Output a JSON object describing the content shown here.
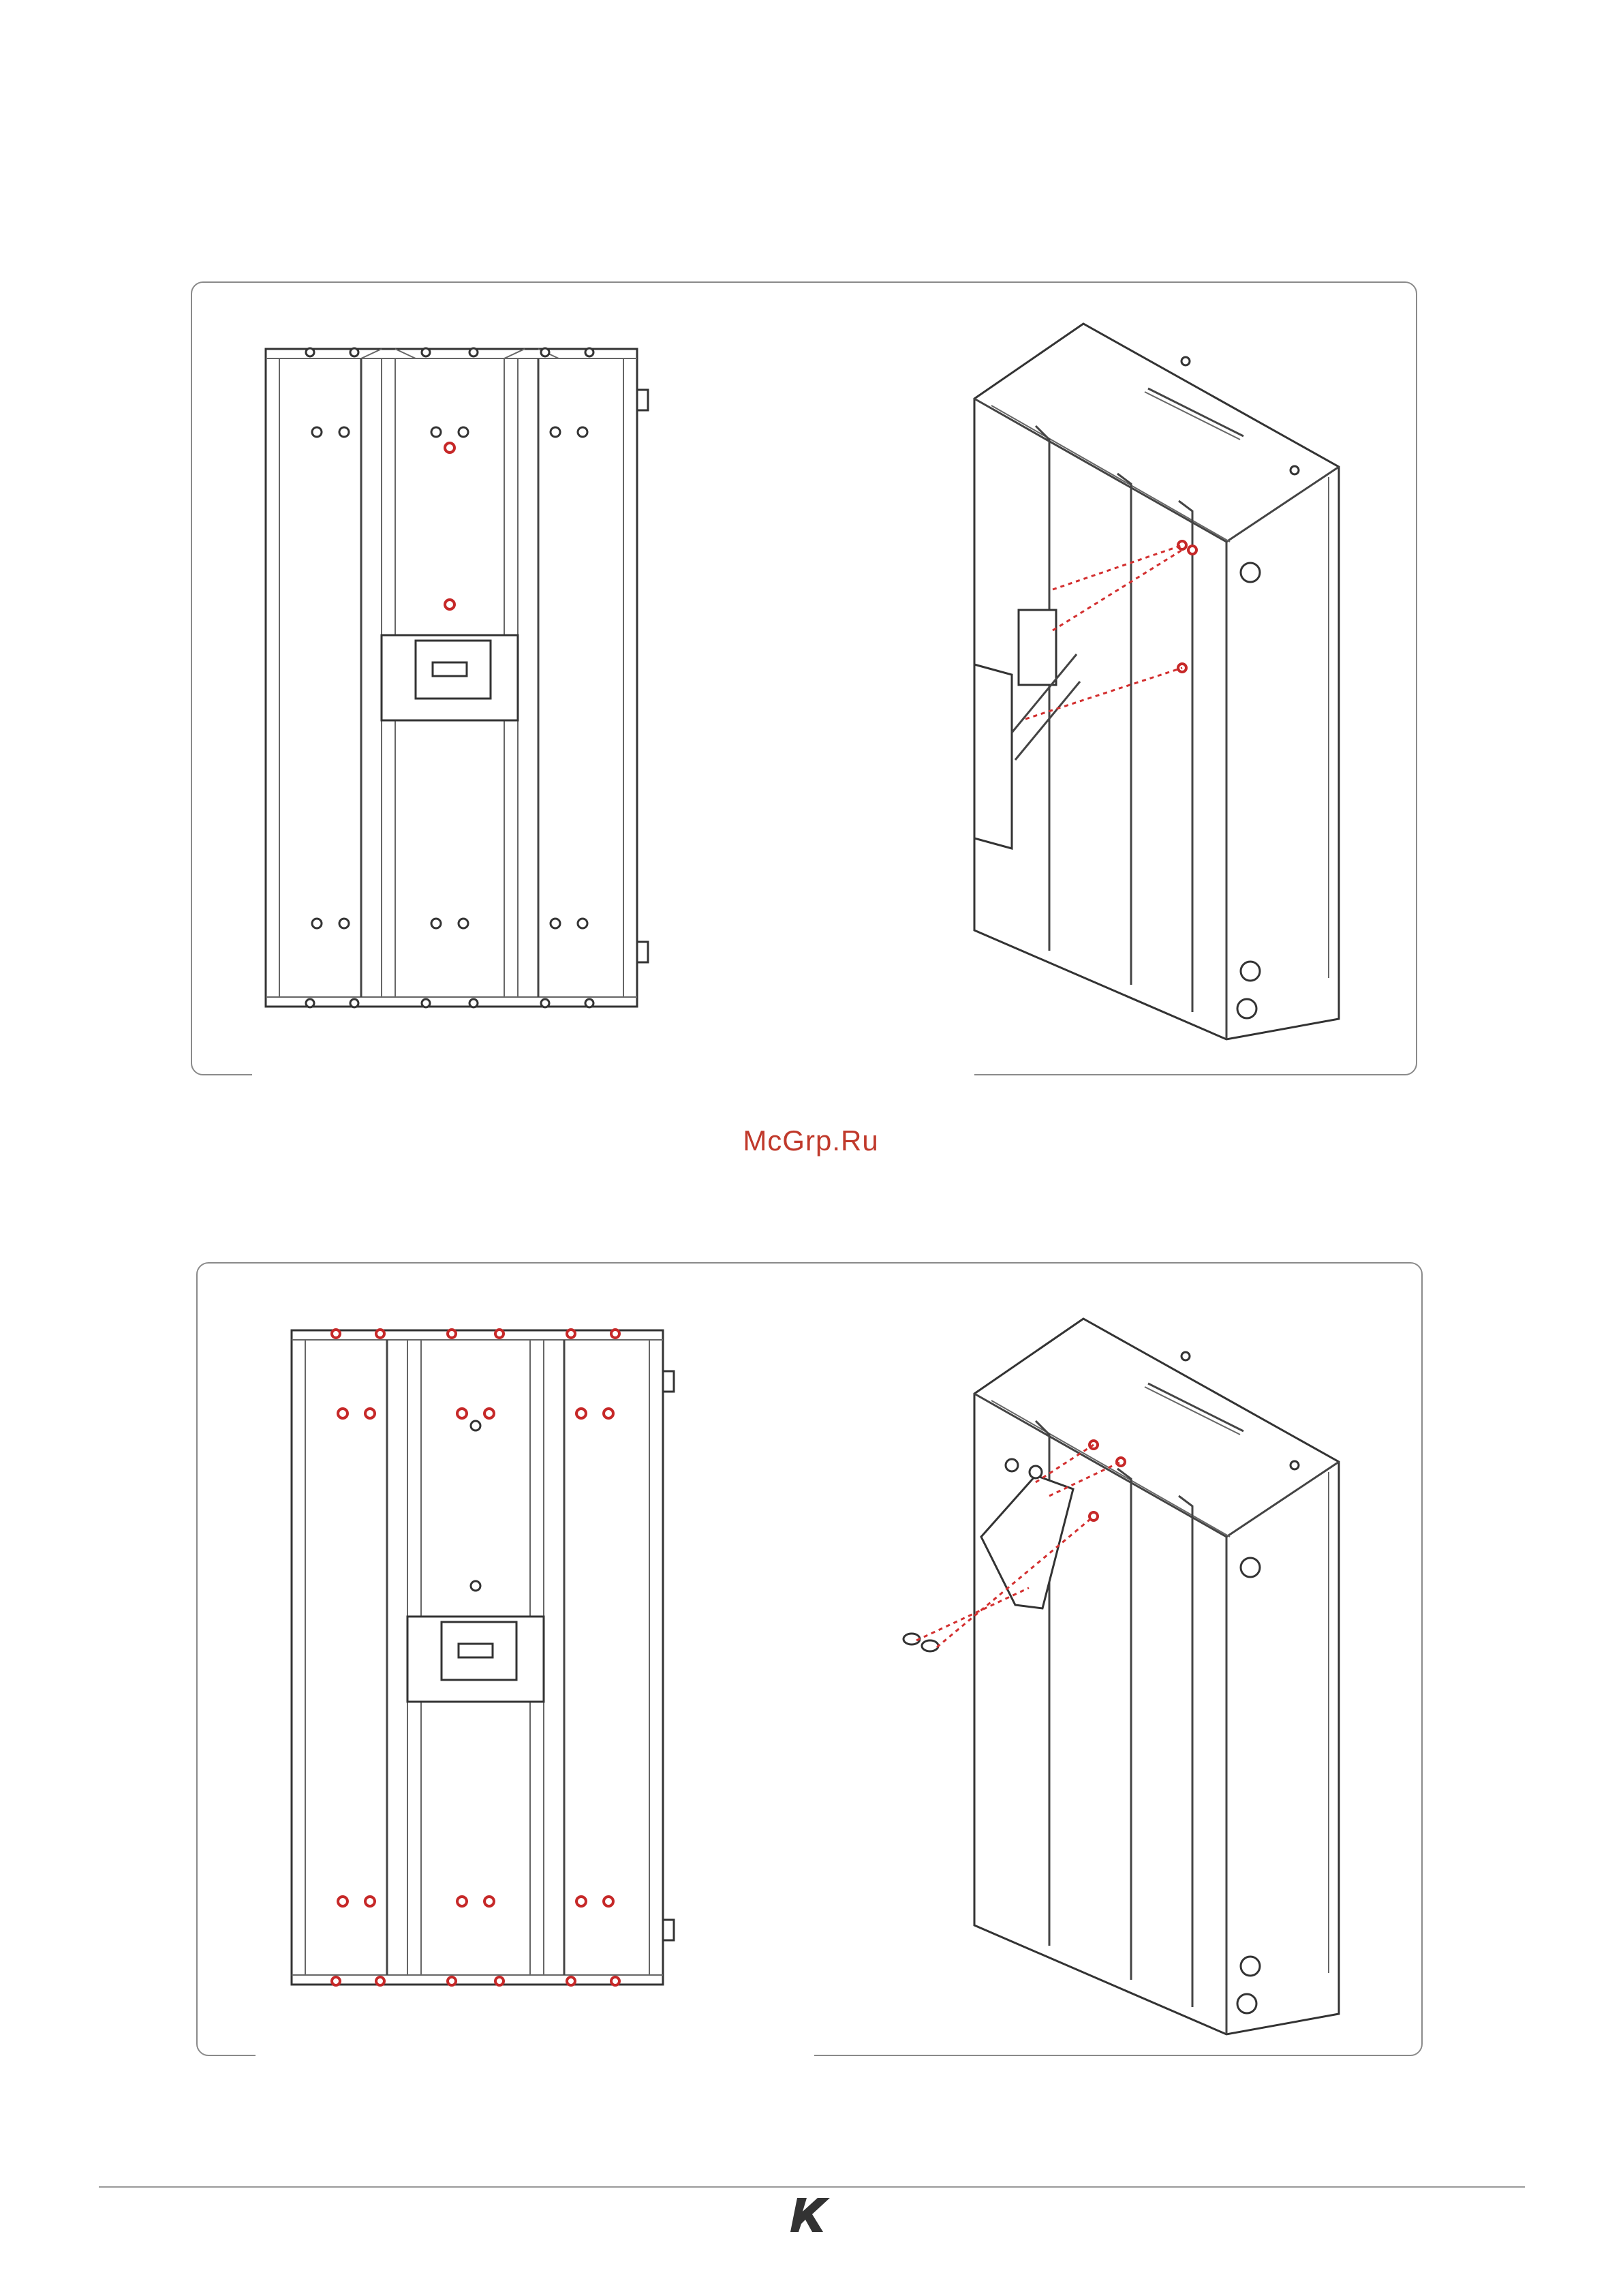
{
  "watermark": {
    "text": "McGrp.Ru"
  },
  "figures": [
    {
      "id": "figure-1",
      "front_view": "speaker-front",
      "iso_view": "speaker-with-wall-bracket"
    },
    {
      "id": "figure-2",
      "front_view": "speaker-front",
      "iso_view": "speaker-with-pole-bracket"
    }
  ],
  "colors": {
    "highlight": "#d32f2f",
    "line": "#333333",
    "watermark": "#c0392b"
  },
  "logo": {
    "icon": "brand-k-logo-icon"
  }
}
